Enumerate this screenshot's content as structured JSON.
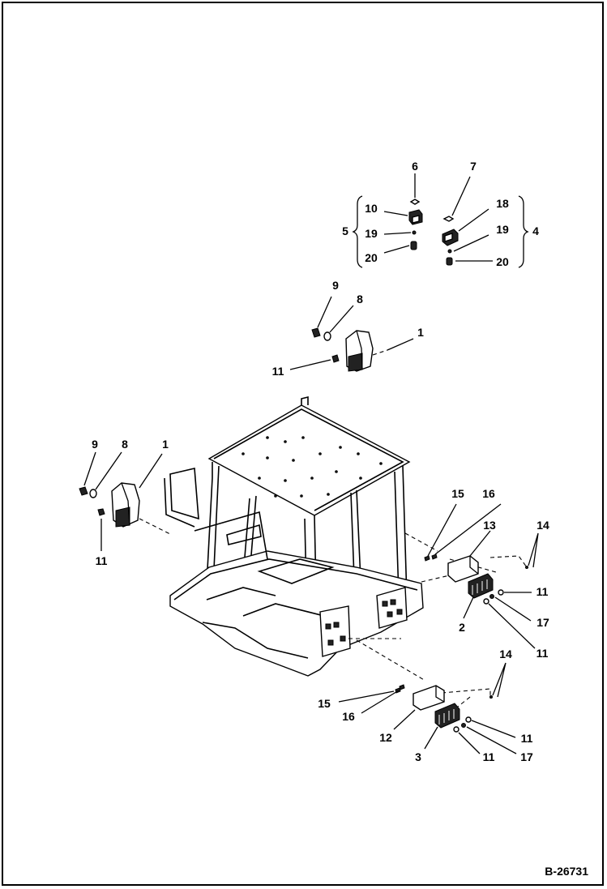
{
  "document": {
    "reference_id": "B-26731"
  },
  "callouts": [
    {
      "id": "c6",
      "text": "6"
    },
    {
      "id": "c7",
      "text": "7"
    },
    {
      "id": "c10",
      "text": "10"
    },
    {
      "id": "c18",
      "text": "18"
    },
    {
      "id": "c5",
      "text": "5"
    },
    {
      "id": "c19a",
      "text": "19"
    },
    {
      "id": "c19b",
      "text": "19"
    },
    {
      "id": "c4",
      "text": "4"
    },
    {
      "id": "c20a",
      "text": "20"
    },
    {
      "id": "c20b",
      "text": "20"
    },
    {
      "id": "c9a",
      "text": "9"
    },
    {
      "id": "c8a",
      "text": "8"
    },
    {
      "id": "c1a",
      "text": "1"
    },
    {
      "id": "c11a",
      "text": "11"
    },
    {
      "id": "c9b",
      "text": "9"
    },
    {
      "id": "c8b",
      "text": "8"
    },
    {
      "id": "c1b",
      "text": "1"
    },
    {
      "id": "c11b",
      "text": "11"
    },
    {
      "id": "c15a",
      "text": "15"
    },
    {
      "id": "c16a",
      "text": "16"
    },
    {
      "id": "c13",
      "text": "13"
    },
    {
      "id": "c14a",
      "text": "14"
    },
    {
      "id": "c11c",
      "text": "11"
    },
    {
      "id": "c17a",
      "text": "17"
    },
    {
      "id": "c2",
      "text": "2"
    },
    {
      "id": "c11d",
      "text": "11"
    },
    {
      "id": "c14b",
      "text": "14"
    },
    {
      "id": "c15b",
      "text": "15"
    },
    {
      "id": "c16b",
      "text": "16"
    },
    {
      "id": "c12",
      "text": "12"
    },
    {
      "id": "c11e",
      "text": "11"
    },
    {
      "id": "c3",
      "text": "3"
    },
    {
      "id": "c11f",
      "text": "11"
    },
    {
      "id": "c17b",
      "text": "17"
    }
  ]
}
